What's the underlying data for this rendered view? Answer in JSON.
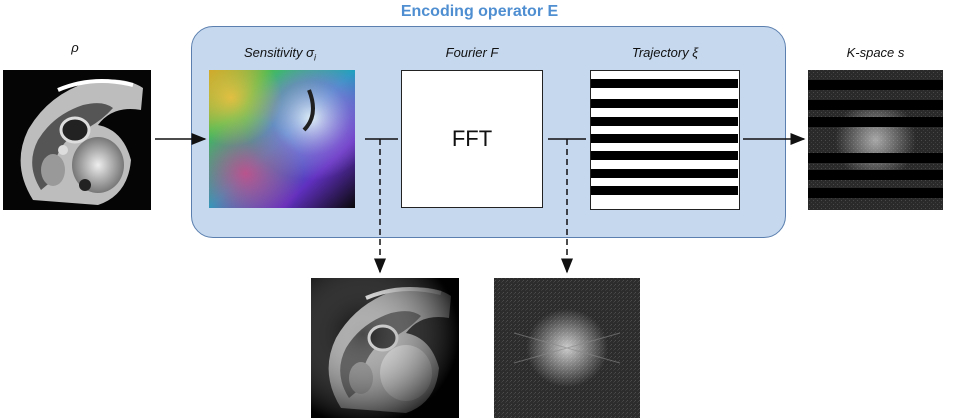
{
  "diagram": {
    "title": "Encoding operator E",
    "rho_label": "ρ",
    "sensitivity_label": "Sensitivity σ",
    "sensitivity_sub": "i",
    "fourier_label": "Fourier F",
    "fft_text": "FFT",
    "trajectory_label": "Trajectory ξ",
    "kspace_label": "K-space s"
  },
  "colors": {
    "title": "#4f8fd1",
    "encoding_box_fill": "#c5d8ee",
    "encoding_box_border": "#5b7fae"
  },
  "icons": {
    "rho_image": "cardiac-mri-image",
    "sensitivity_image": "coil-sensitivity-color-map",
    "trajectory_image": "horizontal-stripe-sampling-mask",
    "kspace_image": "undersampled-kspace-image",
    "weighted_image": "coil-weighted-mri-image",
    "full_kspace_image": "fully-sampled-kspace-image"
  }
}
